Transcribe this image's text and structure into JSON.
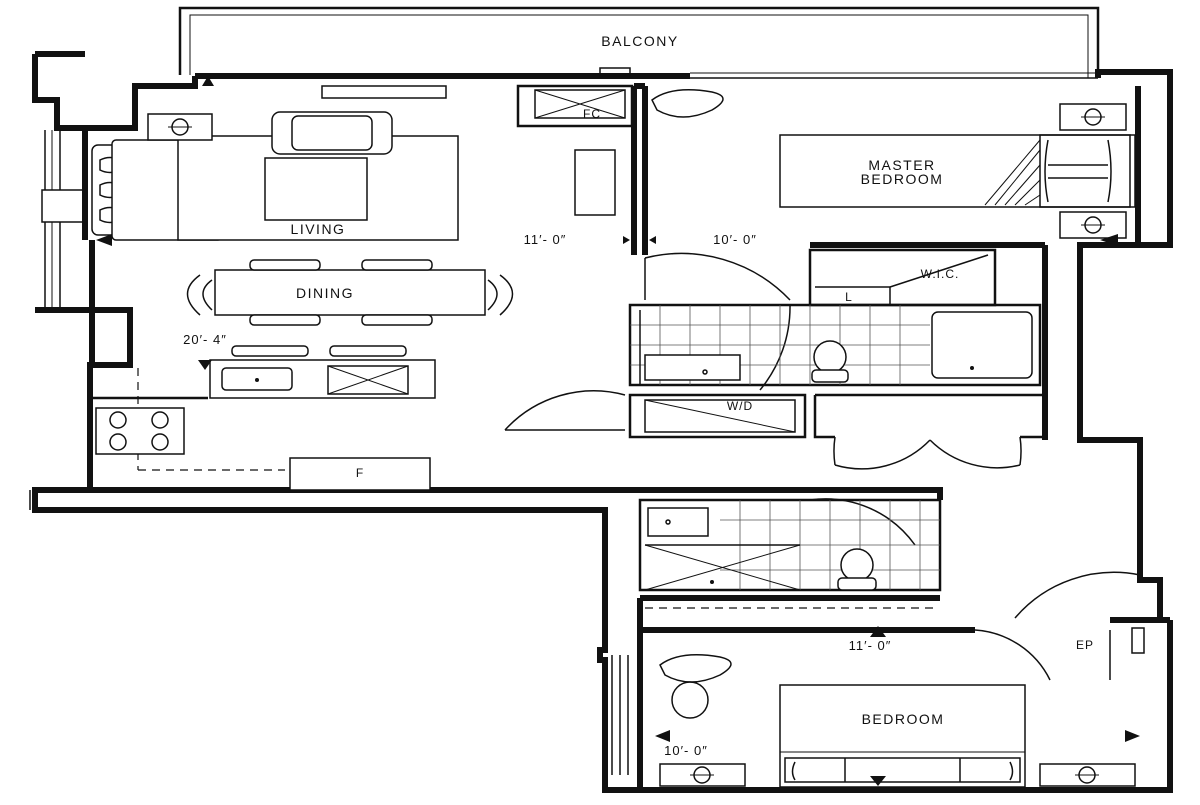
{
  "rooms": {
    "balcony": "BALCONY",
    "fc": "FC",
    "living": "LIVING",
    "dining": "DINING",
    "master_bedroom_line1": "MASTER",
    "master_bedroom_line2": "BEDROOM",
    "wic": "W.I.C.",
    "linen": "L",
    "wd": "W/D",
    "fridge": "F",
    "ep": "EP",
    "bedroom": "BEDROOM"
  },
  "dimensions": {
    "living_width": "11′- 0″",
    "master_width": "10′- 0″",
    "living_depth": "20′- 4″",
    "bedroom_width": "11′- 0″",
    "bedroom_depth": "10′- 0″"
  }
}
